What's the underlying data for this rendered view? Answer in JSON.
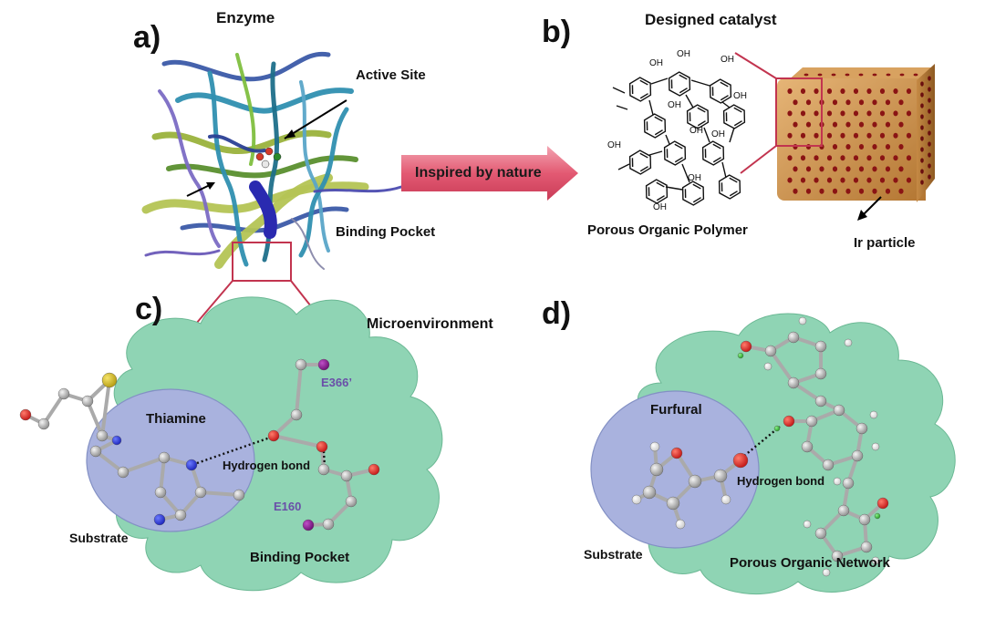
{
  "panels": {
    "a": "a)",
    "b": "b)",
    "c": "c)",
    "d": "d)"
  },
  "panel_a": {
    "title": "Enzyme",
    "active_site": "Active Site",
    "binding_pocket": "Binding Pocket"
  },
  "arrow": {
    "label": "Inspired by nature"
  },
  "panel_b": {
    "title": "Designed catalyst",
    "polymer": "Porous Organic Polymer",
    "particle": "Ir particle",
    "oh": "OH"
  },
  "panel_c": {
    "microenvironment": "Microenvironment",
    "thiamine": "Thiamine",
    "e366": "E366’",
    "e160": "E160",
    "hydrogen_bond": "Hydrogen bond",
    "substrate": "Substrate",
    "binding_pocket": "Binding Pocket"
  },
  "panel_d": {
    "furfural": "Furfural",
    "hydrogen_bond": "Hydrogen bond",
    "substrate": "Substrate",
    "network": "Porous Organic Network"
  },
  "colors": {
    "pocket_green": "#8fd4b4",
    "substrate_blue": "#a9b2de",
    "arrow_pink": "#e05a72",
    "callout_red": "#c2344f",
    "cube_gold": "#c89048"
  }
}
